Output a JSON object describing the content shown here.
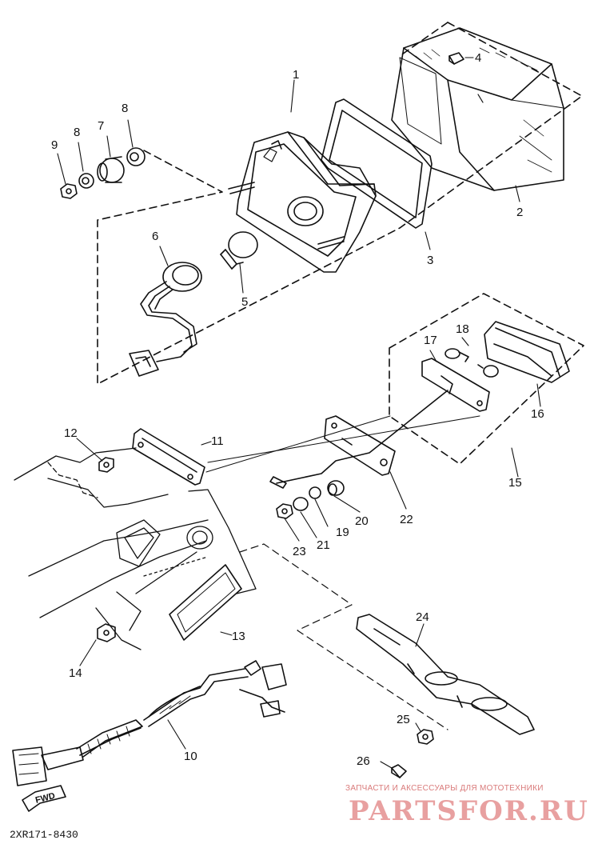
{
  "diagram": {
    "part_labels": [
      "1",
      "2",
      "3",
      "4",
      "5",
      "6",
      "7",
      "8",
      "8",
      "9",
      "10",
      "11",
      "12",
      "13",
      "14",
      "15",
      "16",
      "17",
      "18",
      "19",
      "20",
      "21",
      "22",
      "23",
      "24",
      "25",
      "26"
    ],
    "fwd_label": "FWD",
    "drawing_code": "2XR171-8430"
  },
  "watermark": {
    "tagline": "ЗАПЧАСТИ И АКСЕССУАРЫ ДЛЯ МОТОТЕХНИКИ",
    "brand": "PARTSFOR.RU"
  },
  "colors": {
    "line": "#111111",
    "watermark": "#e8a0a0"
  }
}
